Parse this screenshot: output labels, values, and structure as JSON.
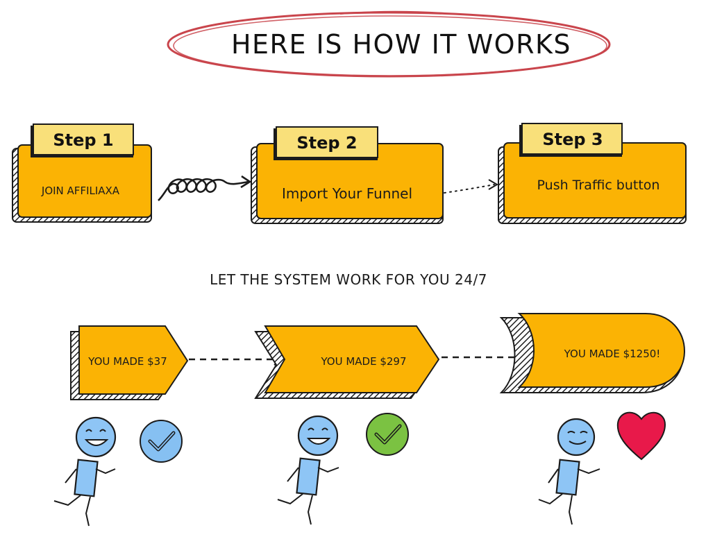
{
  "title": "HERE IS HOW IT WORKS",
  "steps": [
    {
      "tab": "Step 1",
      "text": "JOIN AFFILIAXA"
    },
    {
      "tab": "Step 2",
      "text": "Import Your Funnel"
    },
    {
      "tab": "Step 3",
      "text": "Push Traffic button"
    }
  ],
  "middle_text": "LET THE SYSTEM WORK FOR YOU 24/7",
  "earnings": [
    {
      "text": "YOU MADE $37"
    },
    {
      "text": "YOU MADE $297"
    },
    {
      "text": "YOU MADE $1250!"
    }
  ],
  "icons": {
    "check_1": "check-circle-icon",
    "check_2": "check-circle-icon",
    "heart": "heart-icon",
    "figure": "stick-figure-icon"
  },
  "colors": {
    "box": "#FBB304",
    "tab": "#F9E07A",
    "oval": "#C9454C",
    "check_blue": "#86C0F2",
    "check_green": "#7BC242",
    "figure": "#8EC5F5",
    "heart": "#E8194A"
  }
}
